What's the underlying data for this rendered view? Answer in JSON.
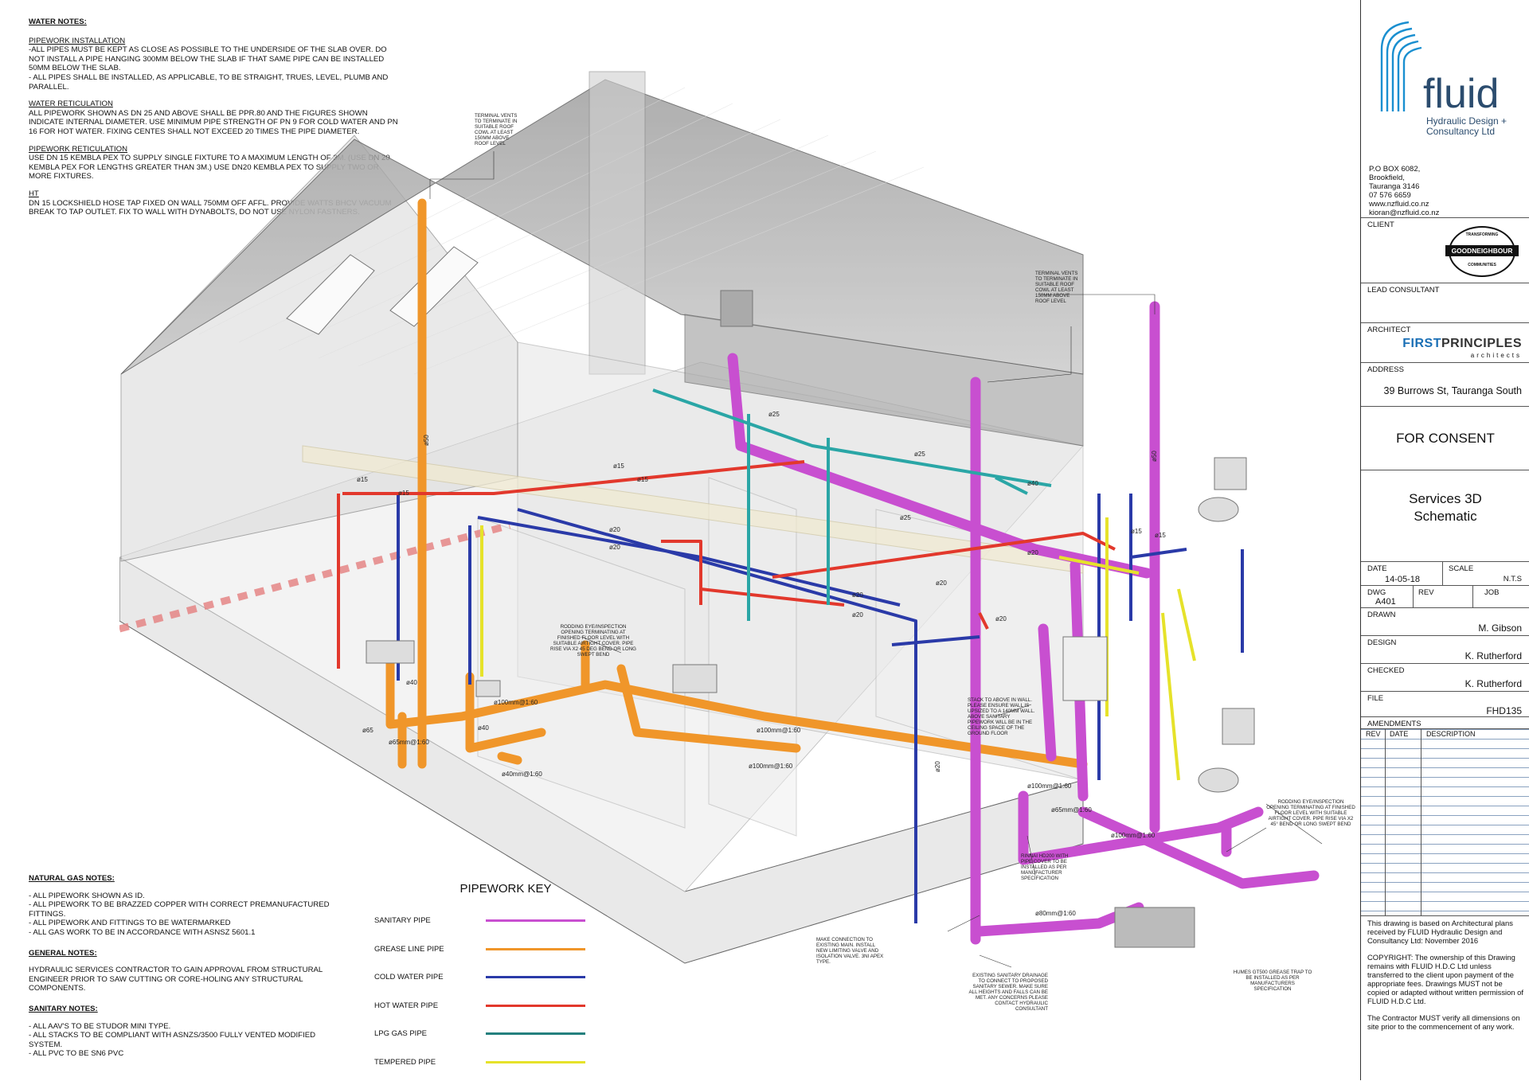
{
  "water_notes": {
    "title": "WATER NOTES:",
    "sections": [
      {
        "heading": "PIPEWORK INSTALLATION",
        "text": "-ALL PIPES MUST BE KEPT AS CLOSE AS POSSIBLE TO THE UNDERSIDE OF THE SLAB OVER. DO NOT INSTALL A PIPE HANGING 300MM BELOW THE SLAB IF THAT SAME PIPE CAN BE INSTALLED 50MM BELOW THE SLAB.\n- ALL PIPES SHALL BE INSTALLED, AS APPLICABLE, TO BE STRAIGHT, TRUES, LEVEL, PLUMB AND PARALLEL."
      },
      {
        "heading": "WATER RETICULATION",
        "text": "ALL PIPEWORK SHOWN AS DN 25 AND ABOVE SHALL BE PPR.80 AND THE FIGURES SHOWN INDICATE INTERNAL DIAMETER. USE MINIMUM PIPE STRENGTH OF PN 9 FOR COLD WATER AND PN 16 FOR HOT WATER. FIXING CENTES SHALL NOT EXCEED 20 TIMES THE PIPE DIAMETER."
      },
      {
        "heading": "PIPEWORK RETICULATION",
        "text": "USE DN 15 KEMBLA PEX TO SUPPLY SINGLE FIXTURE TO A MAXIMUM LENGTH OF 3M. (USE DN 20 KEMBLA PEX FOR LENGTHS GREATER THAN 3M.) USE DN20 KEMBLA PEX TO SUPPLY TWO OR MORE FIXTURES."
      },
      {
        "heading": "HT",
        "text": "DN 15 LOCKSHIELD HOSE TAP FIXED ON WALL 750MM OFF AFFL. PROVIDE WATTS BHCV VACUUM BREAK TO TAP OUTLET. FIX TO WALL WITH DYNABOLTS, DO NOT USE NYLON FASTNERS."
      }
    ]
  },
  "lower_notes": [
    {
      "title": "NATURAL GAS NOTES:",
      "text": "- ALL PIPEWORK SHOWN AS ID.\n- ALL PIPEWORK TO BE BRAZZED COPPER WITH CORRECT PREMANUFACTURED FITTINGS.\n- ALL PIPEWORK AND FITTINGS TO BE WATERMARKED\n- ALL GAS WORK TO BE IN ACCORDANCE WITH ASNSZ 5601.1"
    },
    {
      "title": "GENERAL NOTES:",
      "text": "HYDRAULIC SERVICES CONTRACTOR TO GAIN APPROVAL FROM STRUCTURAL ENGINEER PRIOR TO SAW CUTTING OR CORE-HOLING ANY STRUCTURAL COMPONENTS."
    },
    {
      "title": "SANITARY NOTES:",
      "text": "- ALL AAV'S TO BE STUDOR MINI TYPE.\n- ALL STACKS TO BE COMPLIANT WITH ASNZS/3500 FULLY VENTED MODIFIED SYSTEM.\n- ALL PVC TO BE SN6 PVC"
    }
  ],
  "pipework_key": {
    "title": "PIPEWORK KEY",
    "items": [
      {
        "label": "SANITARY PIPE",
        "color": "#c84fd0"
      },
      {
        "label": "GREASE LINE PIPE",
        "color": "#f0962a"
      },
      {
        "label": "COLD WATER PIPE",
        "color": "#2a3aa8"
      },
      {
        "label": "HOT WATER PIPE",
        "color": "#e2382c"
      },
      {
        "label": "LPG GAS PIPE",
        "color": "#24807e"
      },
      {
        "label": "TEMPERED PIPE",
        "color": "#e6e22a"
      }
    ]
  },
  "callouts": {
    "terminal_vents_left": "TERMINAL VENTS TO TERMINATE IN SUITABLE ROOF COWL AT LEAST 150MM ABOVE ROOF LEVEL",
    "terminal_vents_right": "TERMINAL VENTS TO TERMINATE IN SUITABLE ROOF COWL AT LEAST 150MM ABOVE ROOF LEVEL",
    "rodding_eye_left": "RODDING EYE/INSPECTION OPENING TERMINATING AT FINISHED FLOOR LEVEL WITH SUITABLE AIRTIGHT COVER. PIPE RISE VIA x2 45 DEG BEND OR LONG SWEPT BEND",
    "rodding_eye_right": "RODDING EYE/INSPECTION OPENING TERMINATING AT FINISHED FLOOR LEVEL WITH SUITABLE AIRTIGHT COVER. PIPE RISE VIA x2 45° BEND OR LONG SWEPT BEND",
    "stack": "STACK TO ABOVE IN WALL. PLEASE ENSURE WALL IS UPSIZED TO A 140MM WALL. ABOVE SANITARY PIPEWORK WILL BE IN THE CEILING SPACE OF THE GROUND FLOOR",
    "rinnai": "RINNAI HD200 WITH PIPE COVER TO BE INSTALLED AS PER MANUFACTURER SPECIFICATION",
    "main_connection": "MAKE CONNECTION TO EXISTING MAIN. INSTALL NEW LIMITING VALVE AND ISOLATION VALVE. 3NI APEX TYPE.",
    "sewer": "EXISTING SANITARY DRAINAGE TO CONNECT TO PROPOSED SANITARY SEWER. MAKE SURE ALL HEIGHTS AND FALLS CAN BE MET. ANY CONCERNS PLEASE CONTACT HYDRAULIC CONSULTANT",
    "grease_trap": "HUMES GT500 GREASE TRAP TO BE INSTALLED AS PER MANUFACTURERS SPECIFICATION"
  },
  "pipe_labels": {
    "d15": "ø15",
    "d20": "ø20",
    "d25": "ø25",
    "d40": "ø40",
    "d50": "ø50",
    "d65": "ø65",
    "g65": "ø65mm@1:60",
    "g100": "ø100mm@1:60",
    "g40": "ø40mm@1:60",
    "s65": "ø65mm@1:60",
    "s100": "ø100mm@1:60",
    "s100b": "ø100mm@1:60",
    "s80": "ø80mm@1:60"
  },
  "title_block": {
    "company_line1": "fluid",
    "company_line2": "Hydraulic Design +",
    "company_line3": "Consultancy Ltd",
    "address_lines": [
      "P.O BOX 6082,",
      "Brookfield,",
      "Tauranga 3146",
      "07 576 6659",
      "www.nzfluid.co.nz",
      "kioran@nzfluid.co.nz"
    ],
    "client_label": "CLIENT",
    "client_logo_text": "GOODNEIGHBOUR",
    "client_logo_top": "TRANSFORMING",
    "client_logo_bottom": "COMMUNITIES",
    "lead_label": "LEAD CONSULTANT",
    "architect_label": "ARCHITECT",
    "architect_a": "FIRST",
    "architect_b": "PRINCIPLES",
    "architect_sub": "architects",
    "address_label": "ADDRESS",
    "address_value": "39 Burrows St, Tauranga South",
    "status": "FOR CONSENT",
    "drawing_title_1": "Services 3D",
    "drawing_title_2": "Schematic",
    "date_label": "DATE",
    "date_value": "14-05-18",
    "scale_label": "SCALE",
    "scale_value": "N.T.S",
    "dwg_label": "DWG",
    "dwg_value": "A401",
    "rev_label": "REV",
    "job_label": "JOB",
    "drawn_label": "DRAWN",
    "drawn_value": "M. Gibson",
    "design_label": "DESIGN",
    "design_value": "K. Rutherford",
    "checked_label": "CHECKED",
    "checked_value": "K. Rutherford",
    "file_label": "FILE",
    "file_value": "FHD135",
    "amend_label": "AMENDMENTS",
    "amend_cols": [
      "REV",
      "DATE",
      "DESCRIPTION"
    ],
    "disclaimer_1": "This drawing is based on Architectural plans received by FLUID Hydraulic Design and Consultancy Ltd: November 2016",
    "disclaimer_2": "COPYRIGHT: The ownership of this Drawing remains with FLUID H.D.C Ltd unless transferred to the client upon payment  of the appropriate fees. Drawings MUST not be copied or adapted without written permission of FLUID H.D.C Ltd.",
    "disclaimer_3": "The Contractor MUST verify all dimensions on site prior to the commencement of any work."
  }
}
